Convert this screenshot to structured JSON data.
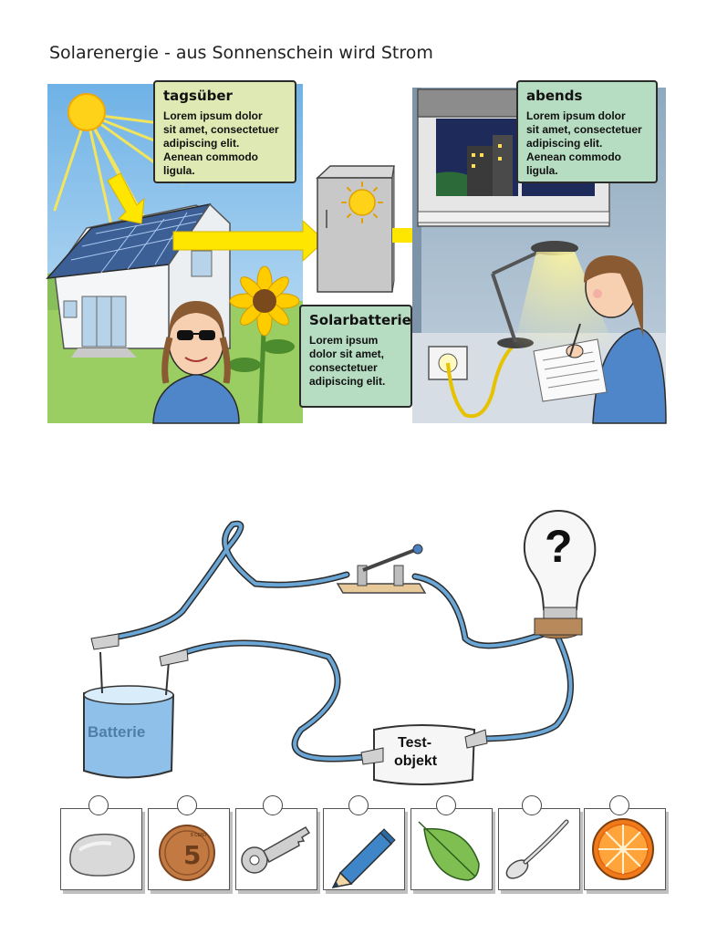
{
  "page_title": "Solarenergie - aus Sonnenschein wird Strom",
  "callouts": {
    "day": {
      "heading": "tagsüber",
      "line1": "Lorem ipsum dolor",
      "line2": "sit amet, consectetuer",
      "line3": "adipiscing elit.",
      "line4": "Aenean commodo",
      "line5": "ligula."
    },
    "evening": {
      "heading": "abends",
      "line1": "Lorem ipsum dolor",
      "line2": "sit amet, consectetuer",
      "line3": "adipiscing elit.",
      "line4": "Aenean commodo",
      "line5": "ligula."
    },
    "battery": {
      "heading": "Solarbatterie",
      "line1": "Lorem ipsum",
      "line2": "dolor sit amet,",
      "line3": "consectetuer",
      "line4": "adipiscing elit."
    }
  },
  "circuit": {
    "battery_label": "Batterie",
    "test_object_line1": "Test-",
    "test_object_line2": "objekt",
    "bulb_mark": "?"
  },
  "test_objects": [
    "stone",
    "5-cent-coin",
    "key",
    "pencil",
    "leaf",
    "spoon",
    "orange-slice"
  ],
  "coin_text": "5 CENT",
  "colors": {
    "callout_day": "#dfe9b3",
    "callout_evening": "#b6dcc2",
    "callout_battery": "#b6dcc2",
    "arrow": "#ffe600",
    "wire": "#6aa6d6"
  }
}
